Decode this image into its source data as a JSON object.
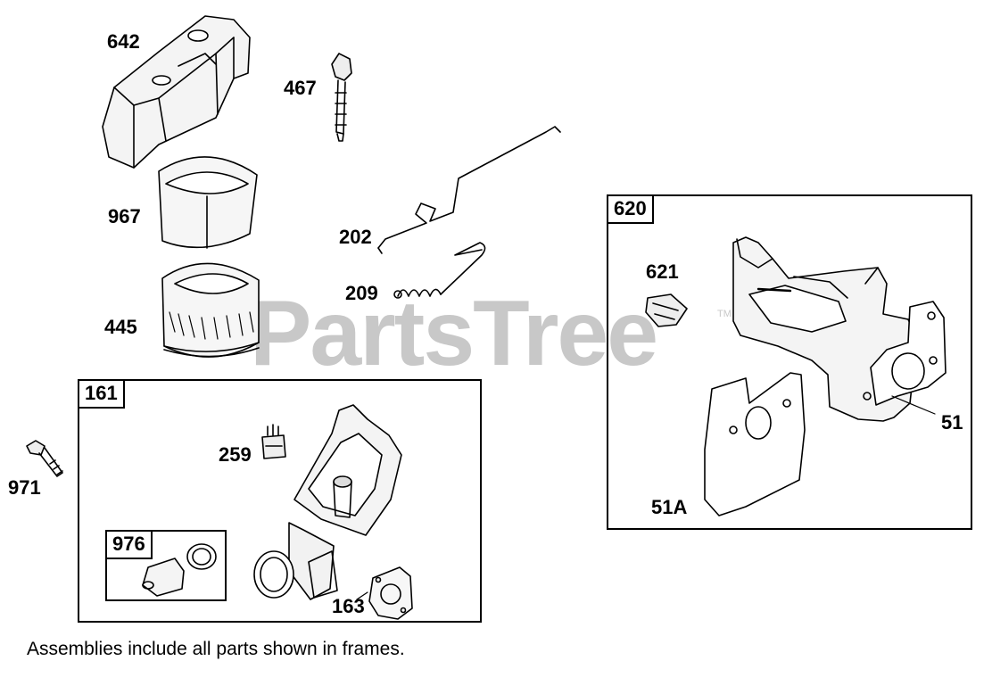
{
  "watermark": {
    "text": "PartsTree",
    "trademark": "TM"
  },
  "parts": {
    "p642": "642",
    "p467": "467",
    "p967": "967",
    "p202": "202",
    "p209": "209",
    "p445": "445",
    "p971": "971",
    "p259": "259",
    "p163": "163",
    "p621": "621",
    "p51": "51",
    "p51A": "51A"
  },
  "frames": {
    "f161": "161",
    "f976": "976",
    "f620": "620"
  },
  "footnote": "Assemblies include all parts shown in frames."
}
